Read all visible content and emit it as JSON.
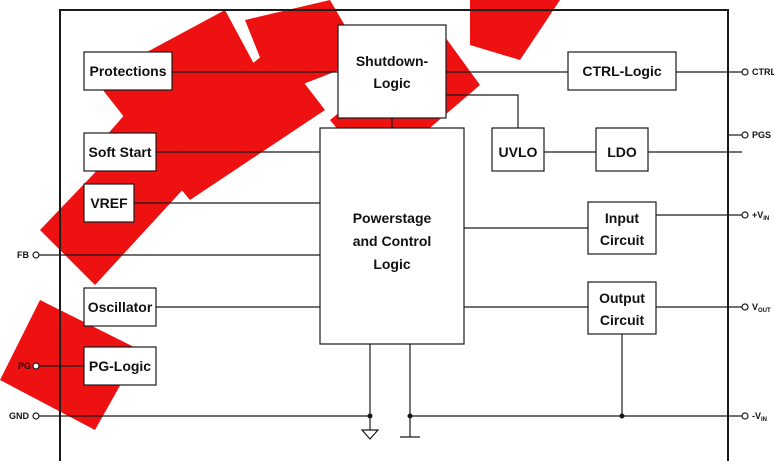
{
  "blocks": {
    "protections": "Protections",
    "shutdown_line1": "Shutdown-",
    "shutdown_line2": "Logic",
    "ctrl_logic": "CTRL-Logic",
    "soft_start": "Soft Start",
    "uvlo": "UVLO",
    "ldo": "LDO",
    "vref": "VREF",
    "powerstage_line1": "Powerstage",
    "powerstage_line2": "and Control",
    "powerstage_line3": "Logic",
    "input_line1": "Input",
    "input_line2": "Circuit",
    "oscillator": "Oscillator",
    "output_line1": "Output",
    "output_line2": "Circuit",
    "pg_logic": "PG-Logic"
  },
  "pins": {
    "ctrl": "CTRL",
    "pgs": "PGS",
    "vin_plus": "+V",
    "vin_plus_sub": "IN",
    "vout": "V",
    "vout_sub": "OUT",
    "vin_minus": "-V",
    "vin_minus_sub": "IN",
    "fb": "FB",
    "pg": "PG",
    "gnd": "GND"
  },
  "colors": {
    "line": "#1a1a1a",
    "watermark": "#ee1111"
  },
  "watermark_description": "red diagonal logo lettering over diagram"
}
